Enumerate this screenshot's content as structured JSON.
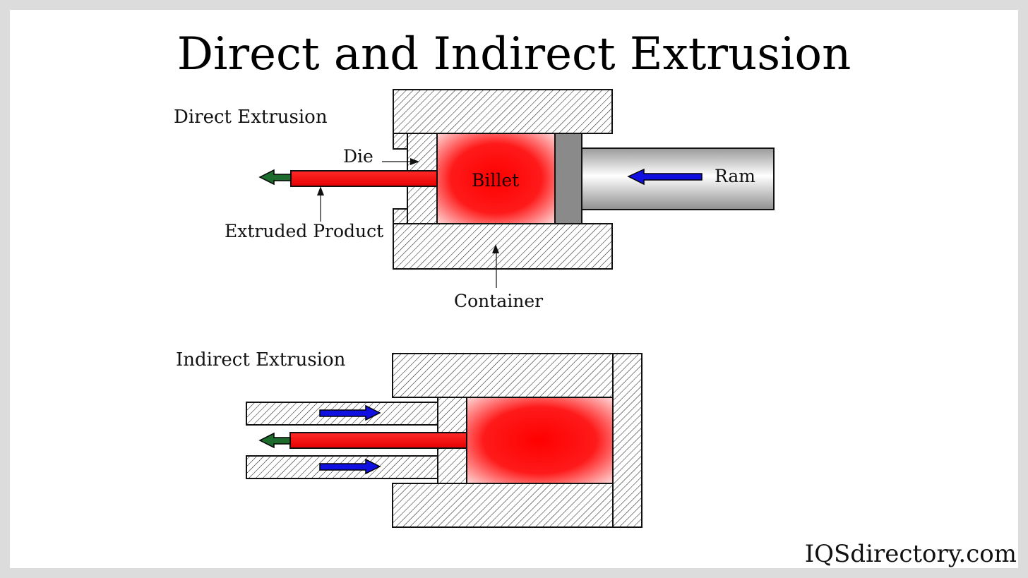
{
  "title": "Direct and Indirect Extrusion",
  "direct": {
    "heading": "Direct Extrusion",
    "labels": {
      "die": "Die",
      "billet": "Billet",
      "ram": "Ram",
      "extruded_product": "Extruded Product",
      "container": "Container"
    }
  },
  "indirect": {
    "heading": "Indirect Extrusion"
  },
  "credit": "IQSdirectory.com",
  "colors": {
    "billet": "#ff1a1a",
    "push_arrow": "#1010e0",
    "output_arrow": "#1e6b2e",
    "ram": "#bdbdbd",
    "ram_plate": "#8a8a8a",
    "outline": "#111111"
  },
  "icons": {
    "push": "arrow-right-icon",
    "ram_push": "arrow-left-icon",
    "output": "arrow-left-icon"
  }
}
